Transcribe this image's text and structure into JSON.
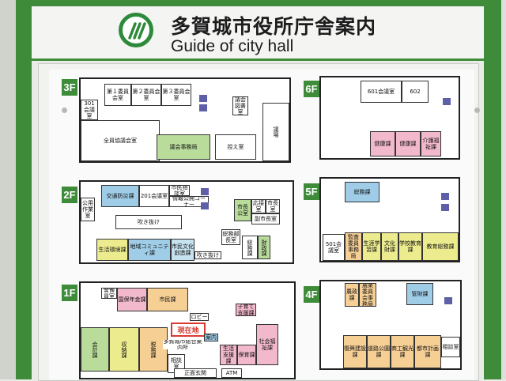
{
  "header": {
    "title_ja": "多賀城市役所庁舎案内",
    "title_en": "Guide of city hall"
  },
  "floors": {
    "f3": {
      "label": "3F",
      "rooms": {
        "r1": "第１委員会室",
        "r2": "第２委員会室",
        "r3": "第３委員会室",
        "r4": "301会議室",
        "r5": "全員協議会室",
        "r6": "議会事務局",
        "r7": "控え室",
        "r8": "議場",
        "r9": "議会図書室"
      }
    },
    "f2": {
      "label": "2F",
      "rooms": {
        "r1": "交通防災課",
        "r2": "201会議室",
        "r3": "市民相談室",
        "r4": "情報公開コーナー",
        "r5": "吹き抜け",
        "r6": "生活環境課",
        "r7": "地域コミュニティ課",
        "r8": "市民文化創造課",
        "r9": "市長公室",
        "r10": "総務課",
        "r11": "財政課",
        "r12": "吹き抜け",
        "r13": "応接室",
        "r14": "市長室",
        "r15": "副市長室",
        "r16": "総務部長室",
        "r17": "公用作業室"
      }
    },
    "f1": {
      "label": "1F",
      "rooms": {
        "r1": "国保年金課",
        "r2": "市民課",
        "r3": "会計課",
        "r4": "収納課",
        "r5": "税務課",
        "r6": "子育て支援課",
        "r7": "生活支援課",
        "r8": "保育課",
        "r9": "社会福祉課",
        "r10": "ロビー",
        "r11": "現在地",
        "r12": "正面玄関",
        "r13": "ATM",
        "r14": "多賀城市総合案内所",
        "r15": "案内",
        "r16": "相談室",
        "r17": "警備員室"
      }
    },
    "f6": {
      "label": "6F",
      "rooms": {
        "r1": "601会議室",
        "r2": "602",
        "r3": "健康課",
        "r4": "健康課",
        "r5": "介護福祉課"
      }
    },
    "f5": {
      "label": "5F",
      "rooms": {
        "r1": "総務課",
        "r2": "501会議室",
        "r3": "監査委員事務局",
        "r4": "生涯学習課",
        "r5": "文化財課",
        "r6": "学校教育課",
        "r7": "教育総務課"
      }
    },
    "f4": {
      "label": "4F",
      "rooms": {
        "r1": "農政課",
        "r2": "農業委員会事務局",
        "r3": "管財課",
        "r4": "復興建設課",
        "r5": "道路公園課",
        "r6": "商工観光課",
        "r7": "都市計画課",
        "r8": "相談室"
      }
    }
  },
  "colors": {
    "frame": "#3e8b3a",
    "current_location": "#d83a32"
  }
}
